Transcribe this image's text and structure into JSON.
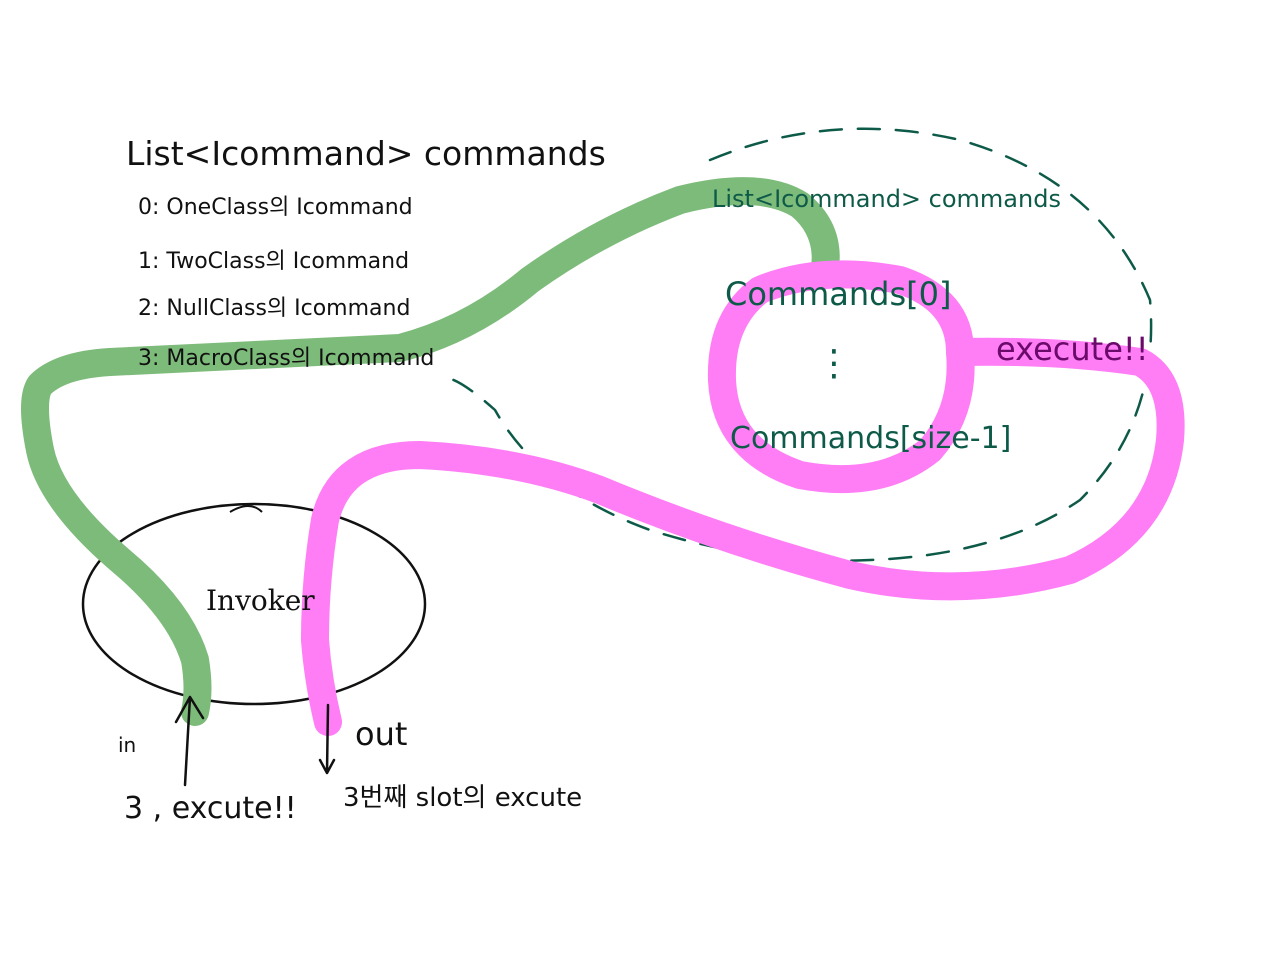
{
  "left_list": {
    "header": "List<Icommand> commands",
    "items": [
      "0: OneClass의 Icommand",
      "1: TwoClass의 Icommand",
      "2: NullClass의 Icommand",
      "3: MacroClass의 Icommand"
    ]
  },
  "macro": {
    "header": "List<Icommand> commands",
    "first": "Commands[0]",
    "ellipsis": "⋮",
    "last": "Commands[size-1]",
    "execute": "execute!!"
  },
  "invoker": {
    "label": "Invoker"
  },
  "flow": {
    "in_label": "in",
    "in_call": "3 , excute!!",
    "out_label": "out",
    "out_note": "3번째 slot의 excute"
  },
  "colors": {
    "ink": "#111111",
    "green_path": "#7dbb7a",
    "pink_path": "#ff7df5",
    "dark_teal": "#0e5a48"
  }
}
